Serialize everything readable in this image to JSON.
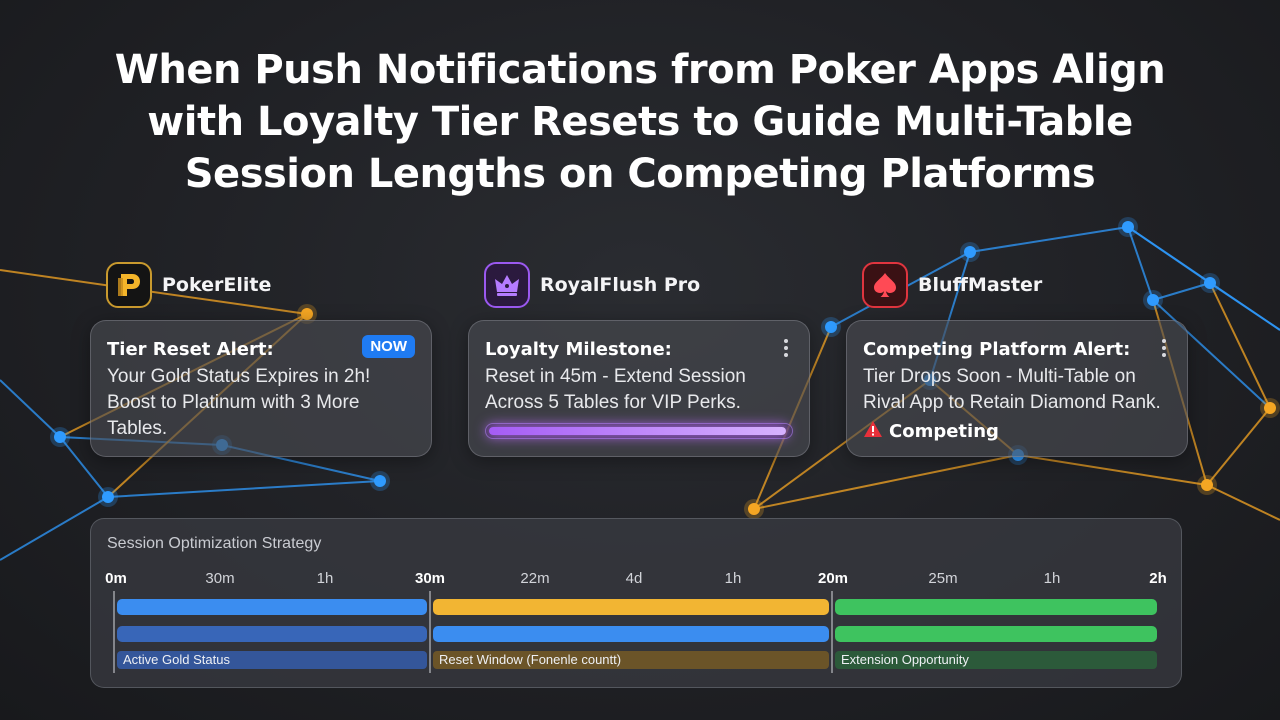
{
  "headline": {
    "line1": "When Push Notifications from Poker Apps Align",
    "line2": "with Loyalty Tier Resets to Guide Multi-Table",
    "line3": "Session Lengths on Competing Platforms"
  },
  "apps": [
    {
      "name": "PokerElite",
      "icon": "poker-elite-logo-icon",
      "notification": {
        "title": "Tier Reset Alert:",
        "badge": "NOW",
        "body": "Your Gold Status Expires in 2h! Boost to Platinum with 3 More Tables."
      }
    },
    {
      "name": "RoyalFlush Pro",
      "icon": "crown-icon",
      "notification": {
        "title": "Loyalty Milestone:",
        "body": "Reset in 45m - Extend Session Across 5 Tables for VIP Perks.",
        "progress": 0.99
      }
    },
    {
      "name": "BluffMaster",
      "icon": "spade-icon",
      "notification": {
        "title": "Competing Platform Alert:",
        "body": "Tier Drops Soon - Multi-Table on Rival App to Retain Diamond Rank.",
        "status_label": "Competing",
        "status_icon": "warning-icon"
      }
    }
  ],
  "strategy": {
    "title": "Session Optimization Strategy",
    "ticks": [
      "0m",
      "30m",
      "1h",
      "30m",
      "22m",
      "4d",
      "1h",
      "20m",
      "25m",
      "1h",
      "2h"
    ],
    "segment_labels": [
      "Active Gold Status",
      "Reset Window (Fonenle countt)",
      "Extension Opportunity"
    ]
  },
  "colors": {
    "blue": "#3b8df0",
    "blue_dark": "#3866b8",
    "amber": "#f2b533",
    "green": "#3ec35f",
    "purple": "#a55cf5",
    "red": "#e0353f",
    "gold": "#f4b52a",
    "network_blue": "#2f9bff",
    "network_amber": "#f5a623"
  }
}
